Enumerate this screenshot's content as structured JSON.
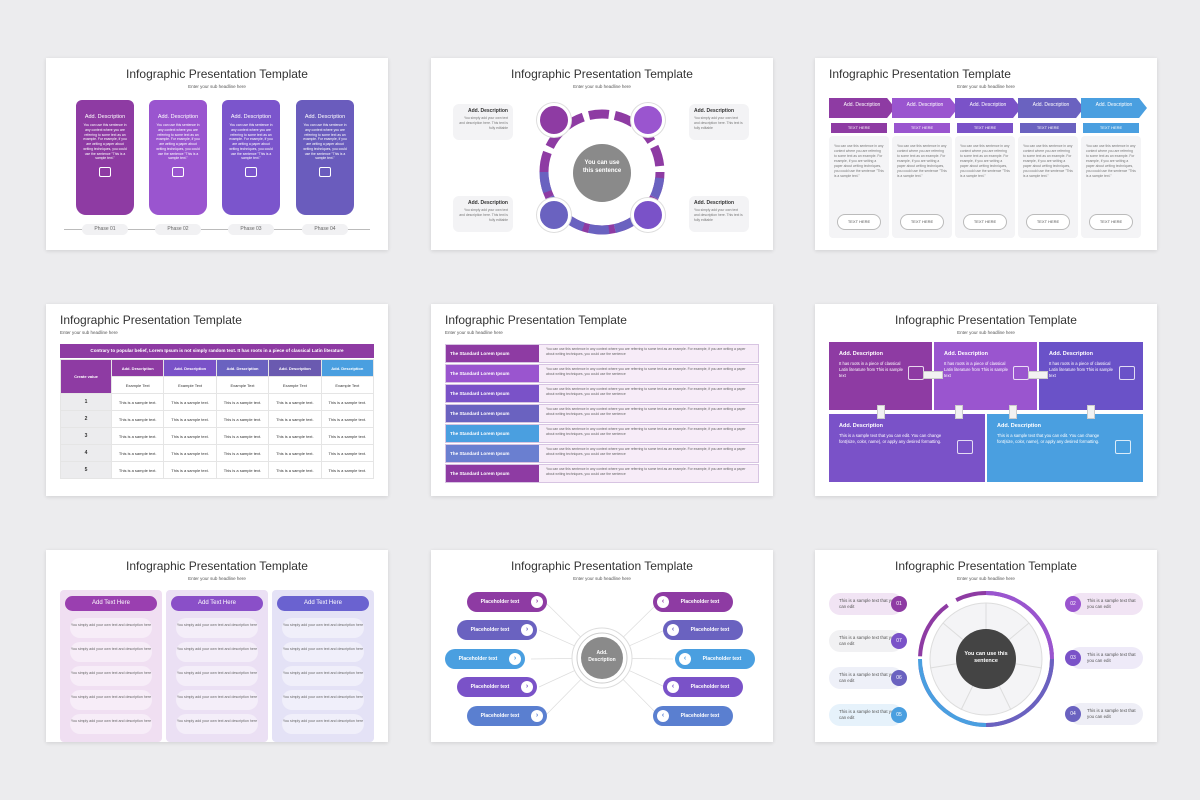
{
  "common": {
    "title": "Infographic Presentation Template",
    "subtitle": "Enter your sub headline here",
    "add_description": "Add. Description",
    "filler_short": "You simply add your own text and description here. This text is fully editable",
    "filler_card": "You can use this sentence in any context where you are referring to some text as an example. For example, if you are writing a paper about writing techniques, you could use the sentence \"This is a sample text.\"",
    "sample_text": "This is a sample text.",
    "text_here_upper": "TEXT HERE",
    "text_here": "TEXT HERE"
  },
  "colors": {
    "purple": "#8e3ba3",
    "violet": "#7a52c8",
    "indigo": "#6a62c0",
    "blue": "#4a9fe0",
    "gray": "#8a8a8a"
  },
  "slide1": {
    "phases": [
      "Phase 01",
      "Phase 02",
      "Phase 03",
      "Phase 04"
    ],
    "icons": [
      "org-chart-icon",
      "presentation-icon",
      "ideas-icon",
      "dashboard-icon"
    ]
  },
  "slide2": {
    "center": "You can use this sentence",
    "icons": [
      "support-agent-icon",
      "desk-worker-icon",
      "screen-icon",
      "presenter-icon"
    ]
  },
  "slide4": {
    "banner": "Contrary to popular belief, Lorem Ipsum is not simply random text. It has roots in a piece of classical Latin literature",
    "corner": "Create value",
    "header": "Add. Description",
    "example": "Example Text",
    "rows": [
      "1",
      "2",
      "3",
      "4",
      "5"
    ]
  },
  "slide5": {
    "label": "The Standard Lorem Ipsum",
    "text": "You can use this sentence in any context where you are referring to some text as an example. For example, if you are writing a paper about writing techniques, you could use the sentence"
  },
  "slide6": {
    "text_top": "It has roots in a piece of classical Latin literature from This is sample text",
    "text_bottom": "This is a sample text that you can edit. You can change font(size, color, name), or apply any desired formatting."
  },
  "slide7": {
    "header": "Add Text Here",
    "item": "You simply add your own text and description here"
  },
  "slide8": {
    "center": "Add. Description",
    "placeholder": "Placeholder text"
  },
  "slide9": {
    "center": "You can use this sentence",
    "pill": "This is a sample text that you can edit",
    "left_numbers": [
      "01",
      "07",
      "06",
      "05"
    ],
    "right_numbers": [
      "02",
      "03",
      "04"
    ]
  }
}
